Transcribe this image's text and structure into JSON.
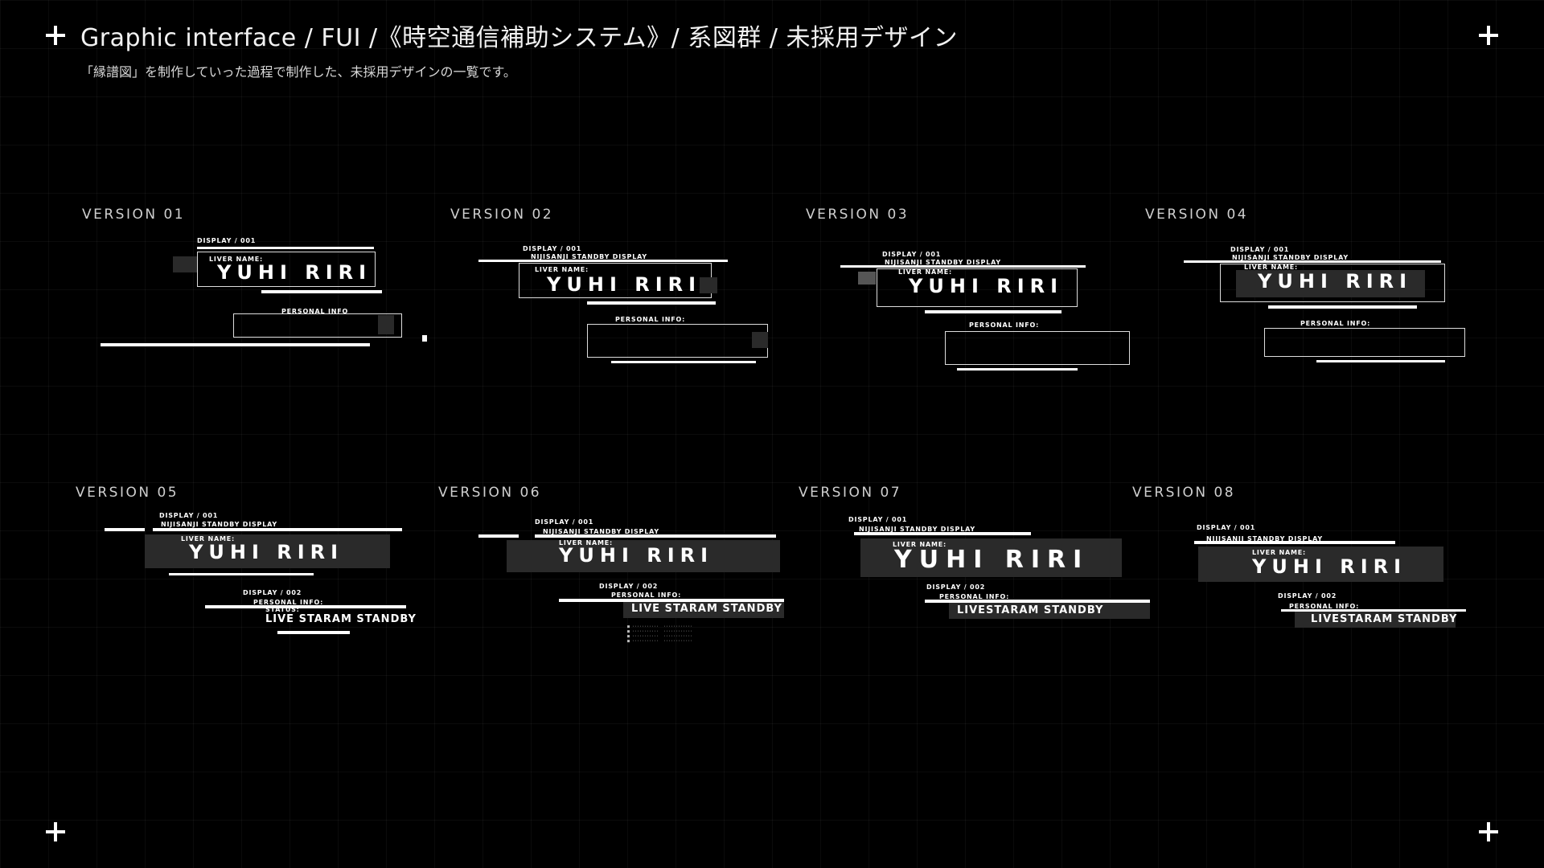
{
  "header": {
    "title": "Graphic interface / FUI /《時空通信補助システム》/ 系図群 / 未採用デザイン",
    "subtitle": "「縁譜図」を制作していった過程で制作した、未採用デザインの一覧です。"
  },
  "versions": [
    {
      "label": "VERSION 01",
      "liver_name_label": "LIVER NAME:",
      "name": "YUHI RIRI",
      "display": "DISPLAY / 001",
      "personal_info": "PERSONAL INFO"
    },
    {
      "label": "VERSION 02",
      "liver_name_label": "LIVER NAME:",
      "name": "YUHI RIRI",
      "display": "DISPLAY / 001",
      "standby": "NIJISANJI STANDBY DISPLAY",
      "personal_info": "PERSONAL INFO:"
    },
    {
      "label": "VERSION 03",
      "liver_name_label": "LIVER NAME:",
      "name": "YUHI RIRI",
      "display": "DISPLAY / 001",
      "standby": "NIJISANJI STANDBY DISPLAY",
      "personal_info": "PERSONAL INFO:"
    },
    {
      "label": "VERSION 04",
      "liver_name_label": "LIVER NAME:",
      "name": "YUHI RIRI",
      "display": "DISPLAY / 001",
      "standby": "NIJISANJI STANDBY DISPLAY",
      "personal_info": "PERSONAL INFO:"
    },
    {
      "label": "VERSION 05",
      "liver_name_label": "LIVER NAME:",
      "name": "YUHI RIRI",
      "display": "DISPLAY / 001",
      "standby": "NIJISANJI STANDBY DISPLAY",
      "display2": "DISPLAY / 002",
      "personal_info": "PERSONAL INFO:",
      "status_label": "STATUS:",
      "status": "LIVE STARAM STANDBY"
    },
    {
      "label": "VERSION 06",
      "liver_name_label": "LIVER NAME:",
      "name": "YUHI RIRI",
      "display": "DISPLAY / 001",
      "standby": "NIJISANJI STANDBY DISPLAY",
      "display2": "DISPLAY / 002",
      "personal_info": "PERSONAL INFO:",
      "status": "LIVE STARAM STANDBY"
    },
    {
      "label": "VERSION 07",
      "liver_name_label": "LIVER NAME:",
      "name": "YUHI RIRI",
      "display": "DISPLAY / 001",
      "standby": "NIJISANJI STANDBY DISPLAY",
      "display2": "DISPLAY / 002",
      "personal_info": "PERSONAL INFO:",
      "status": "LIVESTARAM STANDBY"
    },
    {
      "label": "VERSION 08",
      "liver_name_label": "LIVER NAME:",
      "name": "YUHI RIRI",
      "display": "DISPLAY / 001",
      "standby": "NIJISANJI STANDBY DISPLAY",
      "display2": "DISPLAY / 002",
      "personal_info": "PERSONAL INFO:",
      "status": "LIVESTARAM STANDBY"
    }
  ]
}
